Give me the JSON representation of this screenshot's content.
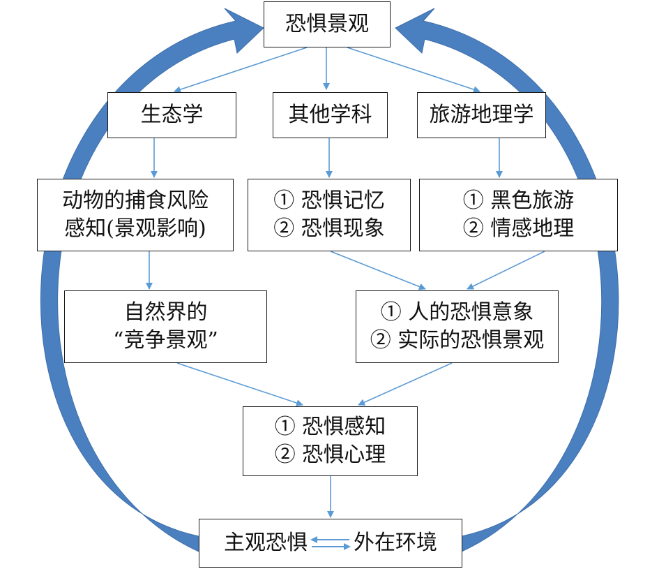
{
  "colors": {
    "cycle": "#4a7fc0",
    "connector": "#5b9bd5",
    "box_border": "#1a1a1a",
    "text": "#111111"
  },
  "nodes": {
    "top": {
      "label": "恐惧景观"
    },
    "ecology": {
      "label": "生态学"
    },
    "other": {
      "label": "其他学科"
    },
    "tourism": {
      "label": "旅游地理学"
    },
    "predation": {
      "line1": "动物的捕食风险",
      "line2": "感知(景观影响)"
    },
    "memory": {
      "line1": "① 恐惧记忆",
      "line2": "② 恐惧现象"
    },
    "dark": {
      "line1": "① 黑色旅游",
      "line2": "② 情感地理"
    },
    "nature": {
      "line1": "自然界的",
      "line2": "“竞争景观”"
    },
    "human": {
      "line1": "① 人的恐惧意象",
      "line2": "② 实际的恐惧景观"
    },
    "perception": {
      "line1": "① 恐惧感知",
      "line2": "② 恐惧心理"
    },
    "bottom": {
      "left": "主观恐惧",
      "right": "外在环境"
    }
  },
  "icons": {
    "cycle_arrows": "curved-cycle-arrows",
    "bidirectional": "left-right-arrows-icon"
  }
}
